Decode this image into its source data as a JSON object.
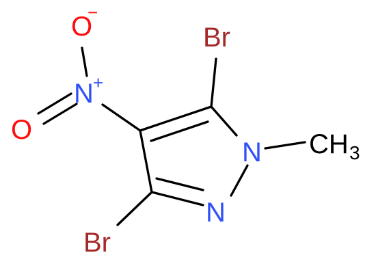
{
  "molecule": {
    "atoms": {
      "br_top": {
        "label": "Br"
      },
      "br_bottom": {
        "label": "Br"
      },
      "n_ring_methyl": {
        "label": "N"
      },
      "n_ring_double": {
        "label": "N"
      },
      "n_nitro": {
        "label": "N",
        "charge": "+"
      },
      "o_minus": {
        "label": "O",
        "charge": "−"
      },
      "o_double": {
        "label": "O"
      },
      "methyl": {
        "label": "CH",
        "subscript": "3"
      }
    },
    "colors": {
      "bromine": "#a62929",
      "nitrogen": "#3050f8",
      "oxygen": "#ff0d0d",
      "carbon": "#000000",
      "bond": "#000000"
    }
  }
}
